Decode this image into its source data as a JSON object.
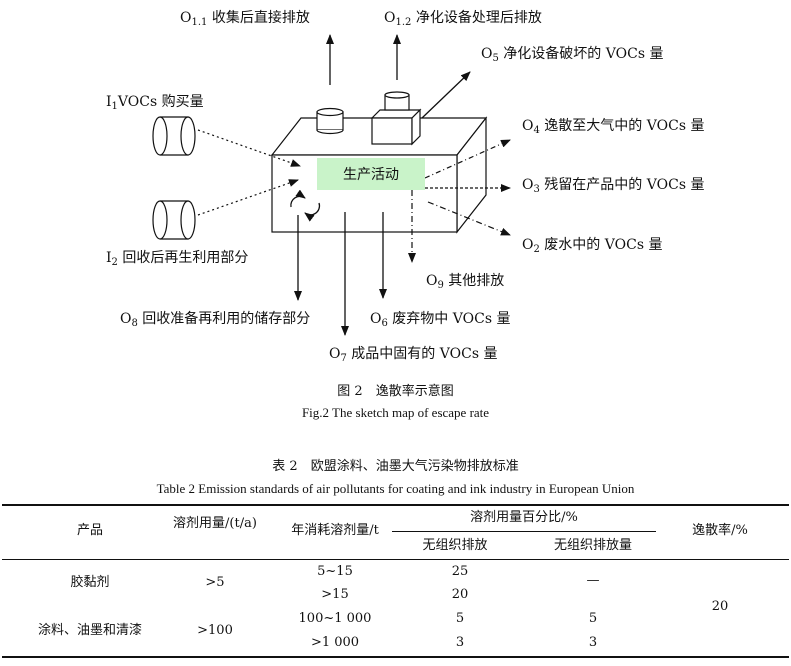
{
  "figure": {
    "activity": "生产活动",
    "labels": {
      "o11": {
        "main": "O",
        "sub": "1.1",
        "text": " 收集后直接排放"
      },
      "o12": {
        "main": "O",
        "sub": "1.2",
        "text": " 净化设备处理后排放"
      },
      "o5": {
        "main": "O",
        "sub": "5",
        "text": " 净化设备破坏的 VOCs 量"
      },
      "i1": {
        "main": "I",
        "sub": "1",
        "text": "VOCs 购买量"
      },
      "o4": {
        "main": "O",
        "sub": "4",
        "text": " 逸散至大气中的 VOCs 量"
      },
      "o3": {
        "main": "O",
        "sub": "3",
        "text": " 残留在产品中的 VOCs 量"
      },
      "o2": {
        "main": "O",
        "sub": "2",
        "text": " 废水中的 VOCs 量"
      },
      "i2": {
        "main": "I",
        "sub": "2",
        "text": " 回收后再生利用部分"
      },
      "o9": {
        "main": "O",
        "sub": "9",
        "text": " 其他排放"
      },
      "o8": {
        "main": "O",
        "sub": "8",
        "text": " 回收准备再利用的储存部分"
      },
      "o6": {
        "main": "O",
        "sub": "6",
        "text": " 废弃物中 VOCs 量"
      },
      "o7": {
        "main": "O",
        "sub": "7",
        "text": " 成品中固有的 VOCs 量"
      }
    },
    "caption_cn": "图 2　逸散率示意图",
    "caption_en": "Fig.2 The sketch map of escape rate"
  },
  "table": {
    "caption_cn": "表 2　欧盟涂料、油墨大气污染物排放标准",
    "caption_en": "Table 2 Emission standards of air pollutants for coating and ink industry in European Union",
    "headers": {
      "product": "产品",
      "solvent_use": "溶剂用量/(t/a)",
      "annual_consumption": "年消耗溶剂量/t",
      "solvent_percent": "溶剂用量百分比/%",
      "fugitive_emission": "无组织排放",
      "fugitive_emission_amount": "无组织排放量",
      "escape_rate": "逸散率/%"
    },
    "rows": [
      {
        "product": "胶黏剂",
        "solvent_use": ">5",
        "sub": [
          {
            "consumption": "5~15",
            "fugitive": "25"
          },
          {
            "consumption": ">15",
            "fugitive": "20"
          }
        ],
        "fugitive_amount": "—"
      },
      {
        "product": "涂料、油墨和清漆",
        "solvent_use": ">100",
        "sub": [
          {
            "consumption": "100~1 000",
            "fugitive": "5",
            "fugitive_amount": "5"
          },
          {
            "consumption": ">1 000",
            "fugitive": "3",
            "fugitive_amount": "3"
          }
        ]
      }
    ],
    "escape_rate": "20"
  }
}
